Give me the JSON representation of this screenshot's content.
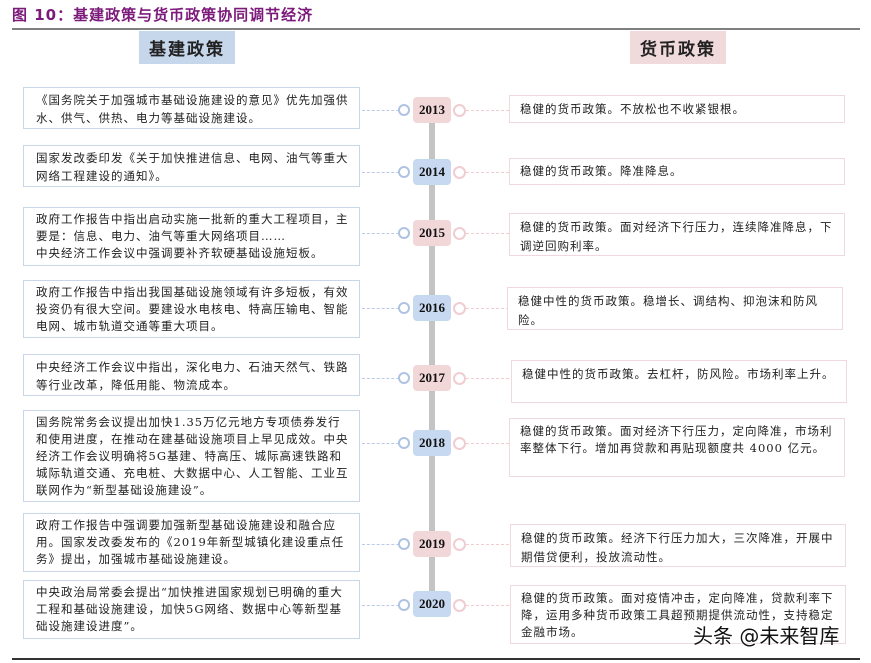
{
  "figure": {
    "title": "图 10：基建政策与货币政策协同调节经济"
  },
  "columns": {
    "left_heading": "基建政策",
    "right_heading": "货币政策"
  },
  "colors": {
    "title": "#7b1a7a",
    "left_accent": "#c6d7ec",
    "right_accent": "#f1dadc",
    "spine": "#c4c4c4"
  },
  "timeline": [
    {
      "year": "2013",
      "year_color": "pink",
      "infrastructure": "《国务院关于加强城市基础设施建设的意见》优先加强供水、供气、供热、电力等基础设施建设。",
      "monetary": "稳健的货币政策。不放松也不收紧银根。"
    },
    {
      "year": "2014",
      "year_color": "blue",
      "infrastructure": "国家发改委印发《关于加快推进信息、电网、油气等重大网络工程建设的通知》。",
      "monetary": "稳健的货币政策。降准降息。"
    },
    {
      "year": "2015",
      "year_color": "pink",
      "infrastructure": "政府工作报告中指出启动实施一批新的重大工程项目，主要是：信息、电力、油气等重大网络项目……\n中央经济工作会议中强调要补齐软硬基础设施短板。",
      "monetary": "稳健的货币政策。面对经济下行压力，连续降准降息，下调逆回购利率。"
    },
    {
      "year": "2016",
      "year_color": "blue",
      "infrastructure": "政府工作报告中指出我国基础设施领域有许多短板，有效投资仍有很大空间。要建设水电核电、特高压输电、智能电网、城市轨道交通等重大项目。",
      "monetary": "稳健中性的货币政策。稳增长、调结构、抑泡沫和防风险。"
    },
    {
      "year": "2017",
      "year_color": "pink",
      "infrastructure": "中央经济工作会议中指出，深化电力、石油天然气、铁路等行业改革，降低用能、物流成本。",
      "monetary": "稳健中性的货币政策。去杠杆，防风险。市场利率上升。"
    },
    {
      "year": "2018",
      "year_color": "blue",
      "infrastructure": "国务院常务会议提出加快1.35万亿元地方专项债券发行和使用进度，在推动在建基础设施项目上早见成效。中央经济工作会议明确将5G基建、特高压、城际高速铁路和城际轨道交通、充电桩、大数据中心、人工智能、工业互联网作为“新型基础设施建设”。",
      "monetary": "稳健的货币政策。面对经济下行压力，定向降准，市场利率整体下行。增加再贷款和再贴现额度共 4000 亿元。"
    },
    {
      "year": "2019",
      "year_color": "pink",
      "infrastructure": "政府工作报告中强调要加强新型基础设施建设和融合应用。国家发改委发布的《2019年新型城镇化建设重点任务》提出，加强城市基础设施建设。",
      "monetary": "稳健的货币政策。经济下行压力加大，三次降准，开展中期借贷便利，投放流动性。"
    },
    {
      "year": "2020",
      "year_color": "blue",
      "infrastructure": "中央政治局常委会提出“加快推进国家规划已明确的重大工程和基础设施建设，加快5G网络、数据中心等新型基础设施建设进度”。",
      "monetary": "稳健的货币政策。面对疫情冲击，定向降准，贷款利率下降，运用多种货币政策工具超预期提供流动性，支持稳定金融市场。"
    }
  ],
  "watermark": "头条 @未来智库"
}
